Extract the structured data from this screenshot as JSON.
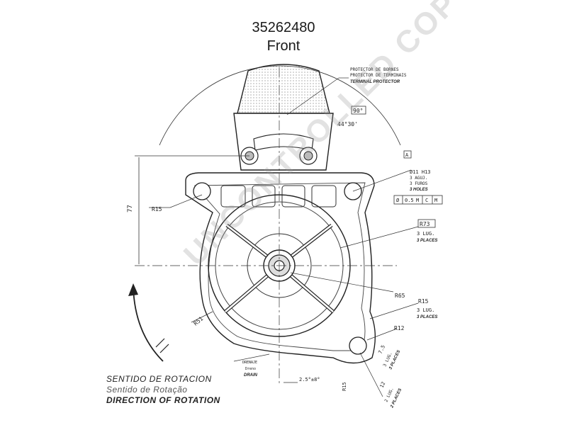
{
  "header": {
    "part_number": "35262480",
    "view": "Front"
  },
  "callouts": {
    "terminal_protector": [
      "PROTECTOR DE BORNES",
      "PROTECTOR DE TERMINAIS",
      "TERMINAL PROTECTOR"
    ],
    "angle_90": "90°",
    "angle_44": "44°30'",
    "hole_spec": [
      "Ø11 H13",
      "3 AGUJ.",
      "3 FUROS",
      "3 HOLES"
    ],
    "tolerance": [
      "Ø",
      "0.5",
      "M",
      "C",
      "M"
    ],
    "datum_a": "A",
    "r73": "R73",
    "r73_note": [
      "3 LUG.",
      "3 PLACES"
    ],
    "r65": "R65",
    "r15_right": "R15",
    "r15_right_note": [
      "3 LUG.",
      "3 PLACES"
    ],
    "r12": "R12",
    "r15_left": "R15",
    "r51": "R51",
    "dim_77": "77",
    "dim_7_5": "7.5",
    "dim_7_5_note": [
      "3 LUG.",
      "3 PLACES"
    ],
    "dim_12": "12",
    "dim_12_note": [
      "2 LUG.",
      "2 PLACES"
    ],
    "dim_r15_bottom": "R15",
    "drain_label": [
      "DRENAJE",
      "Dreno",
      "DRAIN"
    ],
    "angle_25": "2.5°±8°"
  },
  "rotation": {
    "es": "SENTIDO DE ROTACION",
    "pt": "Sentido de Rotação",
    "en": "DIRECTION OF ROTATION"
  },
  "watermark": "UNCONTROLLED COPY"
}
